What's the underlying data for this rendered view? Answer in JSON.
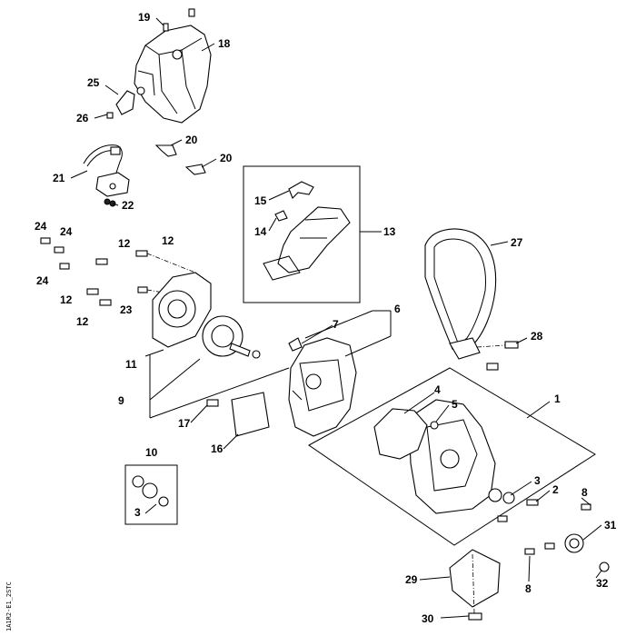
{
  "drawing_code": "1A1R2-E1_2STC",
  "callouts": [
    {
      "id": "c19",
      "label": "19"
    },
    {
      "id": "c18",
      "label": "18"
    },
    {
      "id": "c25",
      "label": "25"
    },
    {
      "id": "c26",
      "label": "26"
    },
    {
      "id": "c20a",
      "label": "20"
    },
    {
      "id": "c20b",
      "label": "20"
    },
    {
      "id": "c21",
      "label": "21"
    },
    {
      "id": "c22",
      "label": "22"
    },
    {
      "id": "c15",
      "label": "15"
    },
    {
      "id": "c14",
      "label": "14"
    },
    {
      "id": "c13",
      "label": "13"
    },
    {
      "id": "c24a",
      "label": "24"
    },
    {
      "id": "c24b",
      "label": "24"
    },
    {
      "id": "c24c",
      "label": "24"
    },
    {
      "id": "c12a",
      "label": "12"
    },
    {
      "id": "c12b",
      "label": "12"
    },
    {
      "id": "c12c",
      "label": "12"
    },
    {
      "id": "c12d",
      "label": "12"
    },
    {
      "id": "c23",
      "label": "23"
    },
    {
      "id": "c11",
      "label": "11"
    },
    {
      "id": "c27",
      "label": "27"
    },
    {
      "id": "c28",
      "label": "28"
    },
    {
      "id": "c7",
      "label": "7"
    },
    {
      "id": "c6",
      "label": "6"
    },
    {
      "id": "c9",
      "label": "9"
    },
    {
      "id": "c17",
      "label": "17"
    },
    {
      "id": "c16",
      "label": "16"
    },
    {
      "id": "c4",
      "label": "4"
    },
    {
      "id": "c5",
      "label": "5"
    },
    {
      "id": "c1",
      "label": "1"
    },
    {
      "id": "c10",
      "label": "10"
    },
    {
      "id": "c3a",
      "label": "3"
    },
    {
      "id": "c3b",
      "label": "3"
    },
    {
      "id": "c2",
      "label": "2"
    },
    {
      "id": "c8a",
      "label": "8"
    },
    {
      "id": "c8b",
      "label": "8"
    },
    {
      "id": "c31",
      "label": "31"
    },
    {
      "id": "c32",
      "label": "32"
    },
    {
      "id": "c29",
      "label": "29"
    },
    {
      "id": "c30",
      "label": "30"
    }
  ]
}
